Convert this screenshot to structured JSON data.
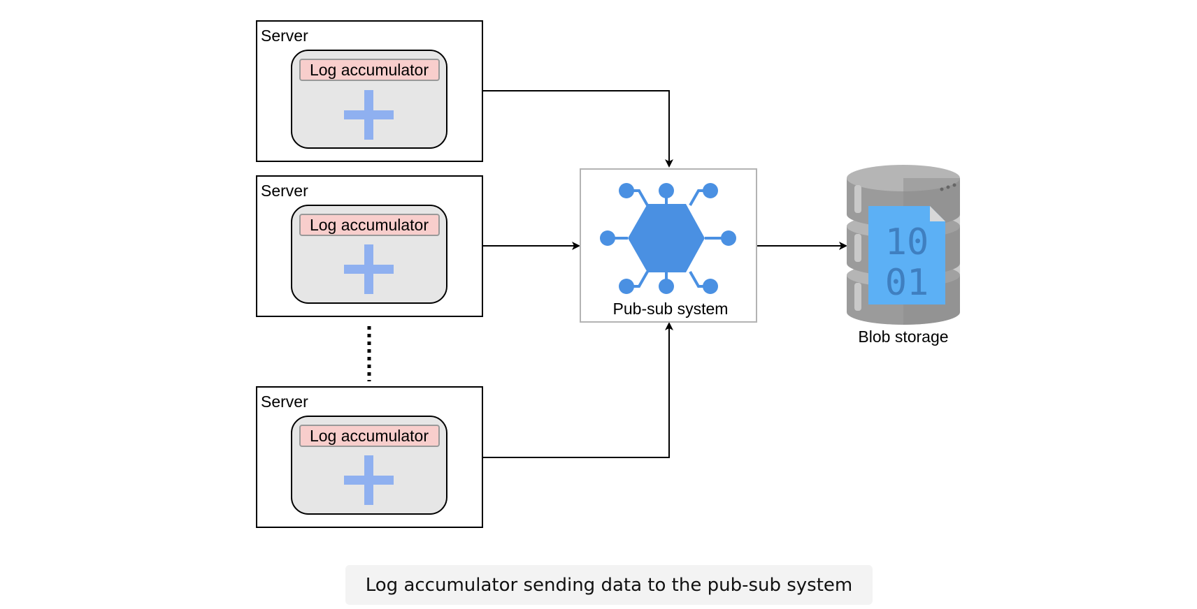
{
  "servers": [
    {
      "title": "Server",
      "component": "Log accumulator"
    },
    {
      "title": "Server",
      "component": "Log accumulator"
    },
    {
      "title": "Server",
      "component": "Log accumulator"
    }
  ],
  "pubsub": {
    "label": "Pub-sub system",
    "icon": "pubsub-hub-icon"
  },
  "storage": {
    "label": "Blob storage",
    "icon": "database-binary-icon",
    "digits_top": "10",
    "digits_bottom": "01"
  },
  "caption": "Log accumulator sending data to the pub-sub system",
  "colors": {
    "accumulator_tag": "#f8cecc",
    "accumulator_body": "#e6e6e6",
    "plus": "#8fb0f0",
    "hub": "#4a90e2",
    "storage_doc": "#5cb0f5"
  }
}
